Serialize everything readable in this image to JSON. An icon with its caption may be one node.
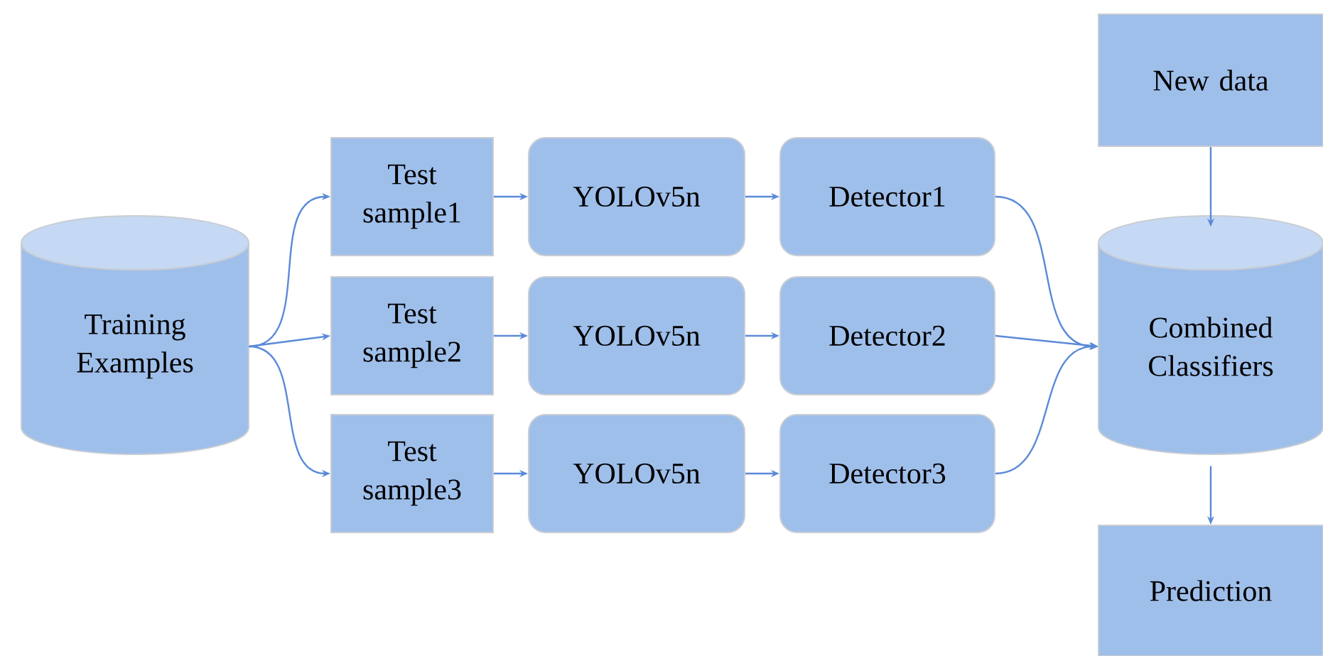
{
  "diagram": {
    "nodes": [
      {
        "text": [
          "Training Examples"
        ]
      },
      {
        "text": [
          "Test sample1"
        ]
      },
      {
        "text": [
          "Test sample2"
        ]
      },
      {
        "text": [
          "Test sample3"
        ]
      },
      {
        "text": [
          "YOLOv5n"
        ]
      },
      {
        "text": [
          "YOLOv5n"
        ]
      },
      {
        "text": [
          "YOLOv5n"
        ]
      },
      {
        "text": [
          "Detector1"
        ]
      },
      {
        "text": [
          "Detector2"
        ]
      },
      {
        "text": [
          "Detector3"
        ]
      },
      {
        "text": [
          "New data"
        ]
      },
      {
        "text": [
          "Combined Classifiers"
        ]
      },
      {
        "text": [
          "Prediction"
        ]
      }
    ],
    "edges": [
      {
        "from": 0,
        "to": 1,
        "arrow": "to"
      },
      {
        "from": 0,
        "to": 2,
        "arrow": "to"
      },
      {
        "from": 0,
        "to": 3,
        "arrow": "to"
      },
      {
        "from": 1,
        "to": 4,
        "arrow": "to"
      },
      {
        "from": 2,
        "to": 5,
        "arrow": "to"
      },
      {
        "from": 3,
        "to": 6,
        "arrow": "to"
      },
      {
        "from": 4,
        "to": 7,
        "arrow": "to"
      },
      {
        "from": 5,
        "to": 8,
        "arrow": "to"
      },
      {
        "from": 6,
        "to": 9,
        "arrow": "to"
      },
      {
        "from": 7,
        "to": 11,
        "arrow": "to"
      },
      {
        "from": 8,
        "to": 11,
        "arrow": "to"
      },
      {
        "from": 9,
        "to": 11,
        "arrow": "to"
      },
      {
        "from": 10,
        "to": 11,
        "arrow": "to"
      },
      {
        "from": 11,
        "to": 12,
        "arrow": "to"
      }
    ]
  }
}
